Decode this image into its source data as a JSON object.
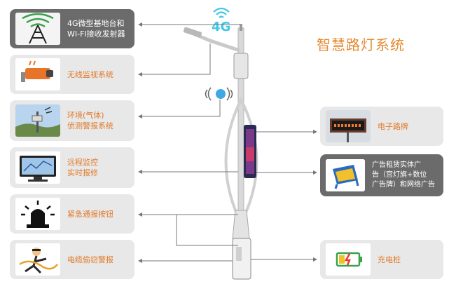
{
  "title": "智慧路灯系统",
  "badge_4g": "4G",
  "left_cards": [
    {
      "id": "base-station",
      "label": "4G微型基地台和\nWI-FI接收发射器",
      "icon": "tower-icon",
      "dark": true
    },
    {
      "id": "monitor",
      "label": "无线监视系统",
      "icon": "camera-icon",
      "dark": false
    },
    {
      "id": "environment",
      "label": "环境(气体)\n侦测警报系统",
      "icon": "weather-station-icon",
      "dark": false
    },
    {
      "id": "remote",
      "label": "远程监控\n实时报修",
      "icon": "monitor-icon",
      "dark": false
    },
    {
      "id": "emergency",
      "label": "紧急通报按钮",
      "icon": "alarm-light-icon",
      "dark": false
    },
    {
      "id": "cable-theft",
      "label": "电缆偷窃警报",
      "icon": "thief-icon",
      "dark": false
    }
  ],
  "right_cards": [
    {
      "id": "e-sign",
      "label": "电子路牌",
      "icon": "led-sign-icon",
      "dark": false
    },
    {
      "id": "advertising",
      "label": "广告租赁实体广\n告（宫灯旗+数位\n广告牌）和网络广告",
      "icon": "billboard-icon",
      "dark": true
    },
    {
      "id": "charging",
      "label": "充电桩",
      "icon": "charging-icon",
      "dark": false
    }
  ],
  "colors": {
    "accent_orange": "#e07a2a",
    "card_light": "#e8e8e8",
    "card_dark": "#6b6b6b",
    "signal_cyan": "#40c7e6",
    "line_gray": "#777777"
  }
}
